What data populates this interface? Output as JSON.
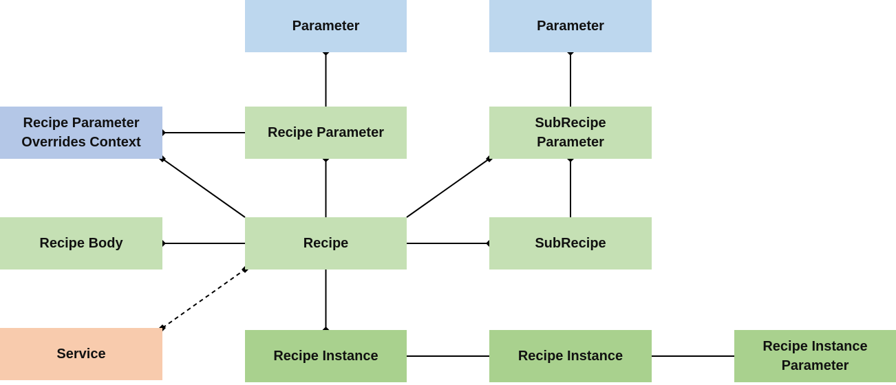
{
  "colors": {
    "parameter": "#bdd7ee",
    "context": "#b4c7e7",
    "light_green": "#c5e0b4",
    "dark_green": "#a9d18e",
    "service": "#f8cbad",
    "line": "#000000"
  },
  "nodes": {
    "parameter_1": {
      "label": "Parameter",
      "color": "#bdd7ee"
    },
    "parameter_2": {
      "label": "Parameter",
      "color": "#bdd7ee"
    },
    "overrides_context": {
      "label": "Recipe Parameter\nOverrides Context",
      "color": "#b4c7e7"
    },
    "recipe_parameter": {
      "label": "Recipe Parameter",
      "color": "#c5e0b4"
    },
    "subrecipe_parameter": {
      "label": "SubRecipe\nParameter",
      "color": "#c5e0b4"
    },
    "recipe_body": {
      "label": "Recipe Body",
      "color": "#c5e0b4"
    },
    "recipe": {
      "label": "Recipe",
      "color": "#c5e0b4"
    },
    "subrecipe": {
      "label": "SubRecipe",
      "color": "#c5e0b4"
    },
    "service": {
      "label": "Service",
      "color": "#f8cbad"
    },
    "recipe_instance_1": {
      "label": "Recipe Instance",
      "color": "#a9d18e"
    },
    "recipe_instance_2": {
      "label": "Recipe Instance",
      "color": "#a9d18e"
    },
    "recipe_instance_parameter": {
      "label": "Recipe Instance\nParameter",
      "color": "#a9d18e"
    }
  },
  "edges": [
    {
      "from": "recipe_parameter",
      "to": "parameter_1",
      "style": "solid",
      "marker": "diamond"
    },
    {
      "from": "subrecipe_parameter",
      "to": "parameter_2",
      "style": "solid",
      "marker": "diamond"
    },
    {
      "from": "recipe_parameter",
      "to": "overrides_context",
      "style": "solid",
      "marker": "diamond"
    },
    {
      "from": "recipe",
      "to": "overrides_context",
      "style": "solid",
      "marker": "diamond"
    },
    {
      "from": "recipe",
      "to": "recipe_parameter",
      "style": "solid",
      "marker": "diamond"
    },
    {
      "from": "recipe",
      "to": "subrecipe_parameter",
      "style": "solid",
      "marker": "diamond"
    },
    {
      "from": "subrecipe",
      "to": "subrecipe_parameter",
      "style": "solid",
      "marker": "diamond"
    },
    {
      "from": "recipe",
      "to": "recipe_body",
      "style": "solid",
      "marker": "diamond"
    },
    {
      "from": "recipe",
      "to": "subrecipe",
      "style": "solid",
      "marker": "diamond"
    },
    {
      "from": "recipe",
      "to": "recipe_instance_1",
      "style": "solid",
      "marker": "diamond"
    },
    {
      "from": "service",
      "to": "recipe",
      "style": "dashed",
      "marker": "diamond-both"
    },
    {
      "from": "recipe_instance_1",
      "to": "recipe_instance_2",
      "style": "solid",
      "marker": "none"
    },
    {
      "from": "recipe_instance_2",
      "to": "recipe_instance_parameter",
      "style": "solid",
      "marker": "none"
    }
  ]
}
